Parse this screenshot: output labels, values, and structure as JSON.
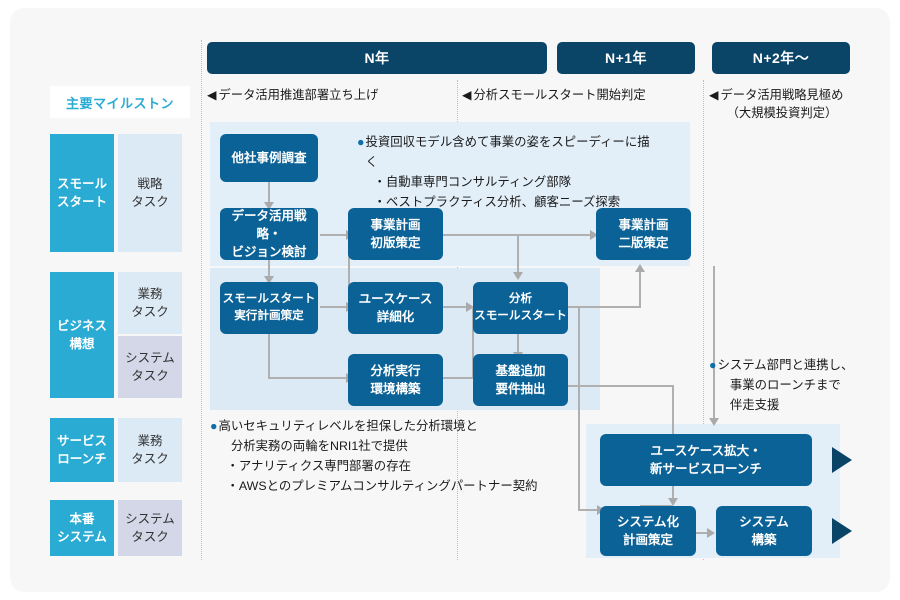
{
  "legend": {
    "title": "主要マイルストン",
    "rows": [
      {
        "milestone": "スモール\nスタート",
        "tasks": [
          {
            "label": "戦略\nタスク",
            "kind": "biz"
          }
        ]
      },
      {
        "milestone": "ビジネス\n構想",
        "tasks": [
          {
            "label": "業務\nタスク",
            "kind": "biz"
          },
          {
            "label": "システム\nタスク",
            "kind": "sys"
          }
        ]
      },
      {
        "milestone": "サービス\nローンチ",
        "tasks": [
          {
            "label": "業務\nタスク",
            "kind": "biz"
          }
        ]
      },
      {
        "milestone": "本番\nシステム",
        "tasks": [
          {
            "label": "システム\nタスク",
            "kind": "sys"
          }
        ]
      }
    ]
  },
  "timeline": {
    "columns": [
      {
        "year": "N年",
        "milestone_marker": "◀",
        "milestone": "データ活用推進部署立ち上げ"
      },
      {
        "year": "N+1年",
        "milestone_marker": "◀",
        "milestone": "分析スモールスタート開始判定"
      },
      {
        "year": "N+2年～",
        "milestone_marker": "◀",
        "milestone": "データ活用戦略見極め\n　（大規模投資判定）"
      }
    ]
  },
  "boxes": {
    "other_company_survey": "他社事例調査",
    "data_strategy_vision": "データ活用戦略・\nビジョン検討",
    "business_plan_v1": "事業計画\n初版策定",
    "business_plan_v2": "事業計画\n二版策定",
    "small_start_plan": "スモールスタート\n実行計画策定",
    "usecase_detail": "ユースケース\n詳細化",
    "analysis_small_start": "分析\nスモールスタート",
    "analysis_env_build": "分析実行\n環境構築",
    "platform_requirements": "基盤追加\n要件抽出",
    "usecase_expansion": "ユースケース拡大・\n新サービスローンチ",
    "systemization_plan": "システム化\n計画策定",
    "system_build": "システム\n構築"
  },
  "callouts": {
    "top": {
      "bullet": "●",
      "heading": "投資回収モデル含めて事業の姿をスピーディーに描く",
      "items": [
        "・自動車専門コンサルティング部隊",
        "・ベストプラクティス分析、顧客ニーズ探索"
      ]
    },
    "bottom_left": {
      "bullet": "●",
      "heading": "高いセキュリティレベルを担保した分析環境と\n　分析実務の両輪をNRI1社で提供",
      "items": [
        "・アナリティクス専門部署の存在",
        "・AWSとのプレミアムコンサルティングパートナー契約"
      ]
    },
    "right": {
      "bullet": "●",
      "heading": "システム部門と連携し、\n　事業のローンチまで\n　伴走支援"
    }
  },
  "colors": {
    "page_bg": "#ffffff",
    "card_bg": "#f7f7f7",
    "header_navy": "#0a4467",
    "box_blue": "#0b6296",
    "milestone_cyan": "#29abd4",
    "task_biz": "#dceaf6",
    "task_sys": "#d3d7e8",
    "panel_blue": "#e2eff9",
    "connector_gray": "#b0b0b0"
  }
}
